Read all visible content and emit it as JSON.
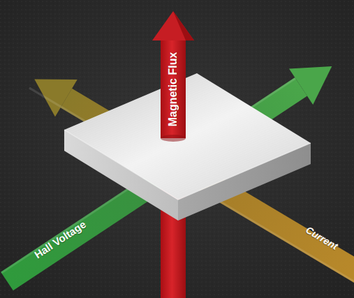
{
  "diagram": {
    "labels": [
      "Magnetic Flux",
      "Hall Voltage",
      "Current"
    ]
  }
}
